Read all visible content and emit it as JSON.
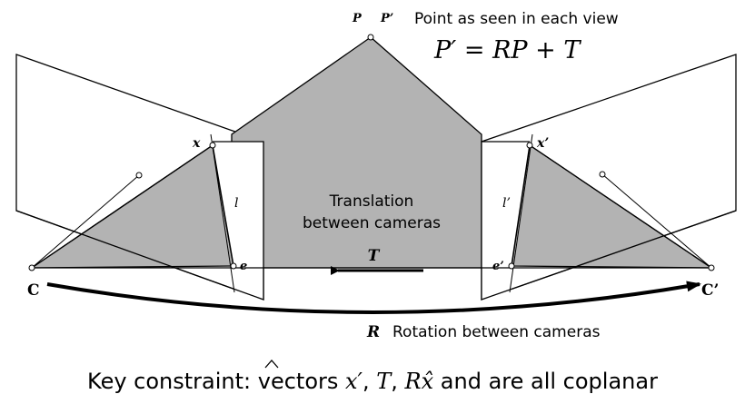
{
  "labels": {
    "point_p": "P",
    "point_p_prime": "P’",
    "point_caption": "Point as seen in each view",
    "equation": "P′ = RP + T",
    "x_left": "x",
    "x_right": "x’",
    "l_left": "l",
    "l_right": "l’",
    "e_left": "e",
    "e_right": "e’",
    "c_left": "C",
    "c_right": "C’",
    "translation_line1": "Translation",
    "translation_line2": "between cameras",
    "t_symbol": "T",
    "r_symbol": "R",
    "rotation_caption": "Rotation between cameras"
  },
  "constraint": {
    "prefix": "Key constraint: vectors ",
    "v1": "x′",
    "sep1": ", ",
    "v2": "T",
    "sep2": ", ",
    "v3": "Rx̂",
    "suffix": " and are all coplanar"
  },
  "colors": {
    "plane_fill": "#b3b3b3",
    "stroke": "#000000",
    "image_plane_fill": "#ffffff"
  }
}
